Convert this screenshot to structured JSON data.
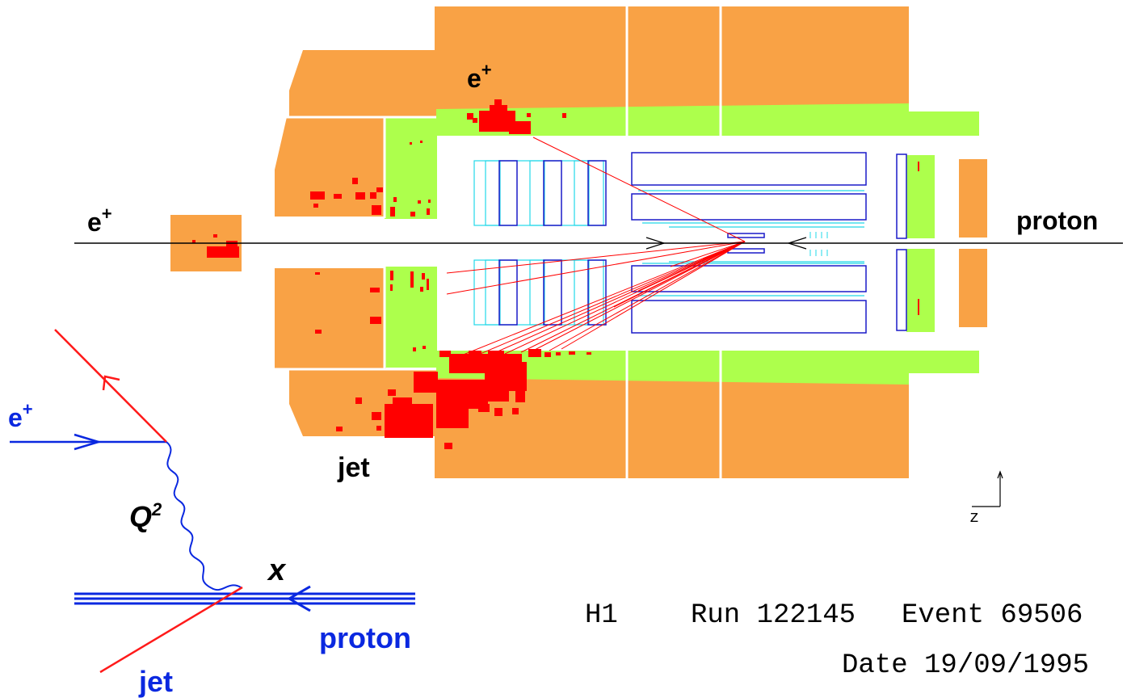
{
  "colors": {
    "calorimeter_hadronic": "#F9A245",
    "calorimeter_em": "#ADFF4C",
    "energy_deposit": "#FF0000",
    "tracker": "#1A1AC8",
    "tracker_inner": "#22D8E8",
    "beam": "#000000",
    "feynman": "#0A28E0",
    "outgoing": "#FF1A1A"
  },
  "labels": {
    "positron_top": "e+",
    "positron_beam": "e+",
    "proton_beam": "proton",
    "jet_detector": "jet"
  },
  "feynman": {
    "positron_in": "e+",
    "q2": "Q2",
    "x": "x",
    "proton": "proton",
    "jet": "jet"
  },
  "axis_label": "z",
  "event_info": {
    "experiment": "H1",
    "run_label": "Run 122145",
    "event_label": "Event 69506",
    "date_label": "Date 19/09/1995"
  },
  "icons": [
    "beam-arrow-icon",
    "axis-icon"
  ]
}
